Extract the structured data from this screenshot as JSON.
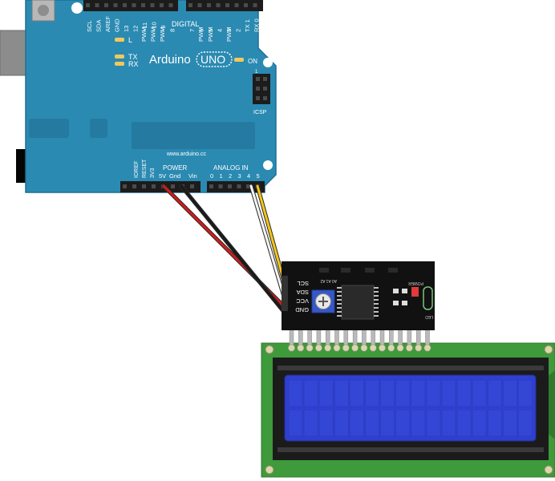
{
  "arduino": {
    "brand": "Arduino",
    "model": "UNO",
    "website": "www.arduino.cc",
    "on_label": "ON",
    "l_label": "L",
    "tx_label": "TX",
    "rx_label": "RX",
    "icsp_label": "ICSP",
    "digital_label": "DIGITAL",
    "power_label": "POWER",
    "analog_label": "ANALOG IN",
    "top_labels_left": [
      "SCL",
      "SDA",
      "AREF",
      "GND",
      "13",
      "12",
      "~11",
      "~10",
      "~9",
      "8"
    ],
    "top_pwm_labels": [
      "PWM",
      "PWM",
      "PWM",
      "PWM",
      "PWM",
      "PWM"
    ],
    "top_digits_right": [
      "7",
      "6",
      "5",
      "4",
      "3",
      "2",
      "TX",
      "RX"
    ],
    "top_digits_right_sub": [
      "",
      "",
      "",
      "",
      "",
      "",
      "1",
      "0"
    ],
    "bottom_rotated_labels": [
      "IOREF",
      "RESET",
      "3V3"
    ],
    "power_pin_labels": [
      "5V",
      "Gnd",
      "Vin"
    ],
    "analog_pin_labels": [
      "0",
      "1",
      "2",
      "3",
      "4",
      "5"
    ],
    "colors": {
      "board": "#2b8ab2",
      "board_dark": "#1f6f92",
      "header": "#1c1c1c"
    }
  },
  "i2c_module": {
    "pin_labels": [
      "SCL",
      "SDA",
      "VCC",
      "GND"
    ],
    "chip_labels": [
      "A0 A1 A2"
    ],
    "power_label": "POWER",
    "led_label": "LED",
    "colors": {
      "pcb": "#111111",
      "pot": "#3558c9"
    }
  },
  "wires": [
    {
      "name": "5V-to-VCC",
      "color": "#d11b1b"
    },
    {
      "name": "Gnd-to-GND",
      "color": "#1a1a1a"
    },
    {
      "name": "A4-to-SDA",
      "color": "#f5f5f5"
    },
    {
      "name": "A5-to-SCL",
      "color": "#f3c419"
    }
  ],
  "lcd": {
    "colors": {
      "pcb": "#3e9a3a",
      "bezel": "#1b1b1b",
      "screen": "#2f3fd0"
    }
  }
}
